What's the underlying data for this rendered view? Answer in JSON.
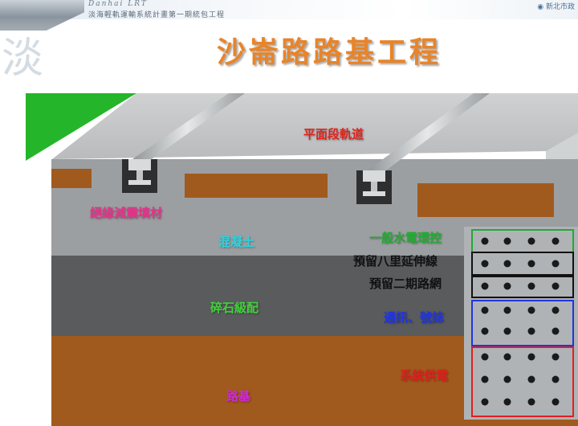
{
  "header": {
    "logo_text": "Danhai LRT",
    "project_name": "淡海輕軌運輸系統計畫第一期統包工程",
    "org_name": "新北市政",
    "watermark_char": "淡"
  },
  "title": "沙崙路路基工程",
  "labels": {
    "track": "平面段軌道",
    "insulation": "絕緣減震填材",
    "concrete": "混凝土",
    "gravel": "碎石級配",
    "subgrade": "路基",
    "conduit_general": "一般水電環控",
    "conduit_bali": "預留八里延伸線",
    "conduit_phase2": "預留二期路網",
    "conduit_comm": "通訊、號誌",
    "conduit_power": "系統供電"
  },
  "colors": {
    "title": "#e8842a",
    "track_label": "#e0241c",
    "insulation_label": "#e8308a",
    "concrete_label": "#2fd3e0",
    "gravel_label": "#3fd23a",
    "subgrade_label": "#d22ad8",
    "general_box": "#22aa33",
    "comm_box": "#1f35e0",
    "power_box": "#e02020"
  }
}
